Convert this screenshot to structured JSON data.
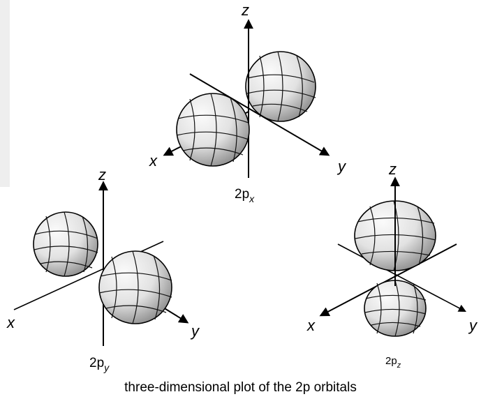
{
  "caption": "three-dimensional plot of the 2p orbitals",
  "orbitals": [
    {
      "id": "2px",
      "label_base": "2p",
      "label_sub": "x",
      "axes": {
        "z": "z",
        "x": "x",
        "y": "y"
      }
    },
    {
      "id": "2py",
      "label_base": "2p",
      "label_sub": "y",
      "axes": {
        "z": "z",
        "x": "x",
        "y": "y"
      }
    },
    {
      "id": "2pz",
      "label_base": "2p",
      "label_sub": "z",
      "axes": {
        "z": "z",
        "x": "x",
        "y": "y"
      }
    }
  ],
  "colors": {
    "lobe_light": "#f4f4f4",
    "lobe_dark": "#9a9a9a",
    "ink": "#000000"
  }
}
